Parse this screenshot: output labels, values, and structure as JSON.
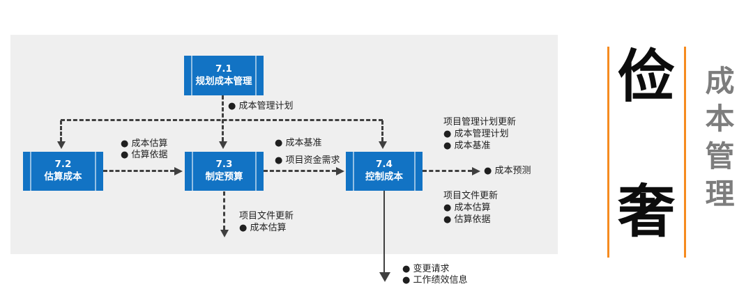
{
  "colors": {
    "box_blue": "#1273c4",
    "panel_gray": "#efefef",
    "connector_dark": "#3f3f3f",
    "accent_orange": "#f68b1f",
    "side_title_gray": "#7d7d7d"
  },
  "boxes": {
    "b71": {
      "number": "7.1",
      "name": "规划成本管理"
    },
    "b72": {
      "number": "7.2",
      "name": "估算成本"
    },
    "b73": {
      "number": "7.3",
      "name": "制定预算"
    },
    "b74": {
      "number": "7.4",
      "name": "控制成本"
    }
  },
  "annotations": {
    "cost_mgmt_plan": "● 成本管理计划",
    "estimate_outputs": {
      "items": [
        "● 成本估算",
        "● 估算依据"
      ]
    },
    "budget_inputs": {
      "item1": "● 成本基准",
      "item2": "● 项目资金需求"
    },
    "doc_update_73": {
      "title": "项目文件更新",
      "items": [
        "● 成本估算"
      ]
    },
    "pm_plan_updates": {
      "title": "项目管理计划更新",
      "items": [
        "● 成本管理计划",
        "● 成本基准"
      ]
    },
    "cost_forecast": "● 成本预测",
    "doc_update_74": {
      "title": "项目文件更新",
      "items": [
        "● 成本估算",
        "● 估算依据"
      ]
    },
    "bottom_outputs": {
      "items": [
        "● 变更请求",
        "● 工作绩效信息"
      ]
    }
  },
  "side_panel": {
    "char_top": "俭",
    "char_bottom": "奢",
    "vertical_title": "成本管理"
  }
}
